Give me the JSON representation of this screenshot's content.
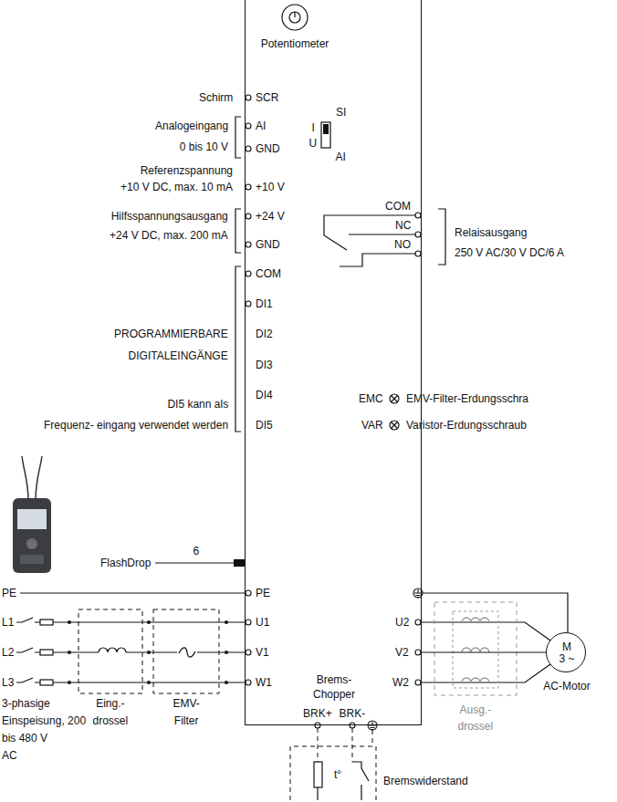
{
  "diagram": {
    "nodes": [
      {
        "text": [
          "Brems- Chopper"
        ]
      },
      {
        "text": [
          "Potentiometer"
        ],
        "in": 0
      },
      {
        "text": [
          "M 3 ~",
          "AC-Motor"
        ]
      }
    ],
    "edges": [
      {
        "from": 0,
        "to": 2,
        "arrow": "none"
      }
    ],
    "labels": [
      "SCR",
      "Schirm",
      "AI",
      "GND",
      "Analogeingang 0 bis 10 V",
      "SI",
      "I",
      "U",
      "AI",
      "Referenzspannung +10 V DC, max. 10 mA",
      "+10 V",
      "+24 V",
      "Hilfsspannungsausgang +24 V DC, max. 200 mA",
      "GND",
      "COM",
      "NC",
      "NO",
      "Relaisausgang 250 V AC/30 V DC/6 A",
      "COM",
      "DI1",
      "DI2",
      "DI3",
      "DI4",
      "DI5",
      "PROGRAMMIERBARE DIGITALEINGÄNGE",
      "DI5 kann als Frequenz- eingang verwendet werden",
      "EMC",
      "EMV-Filter-Erdungsschra",
      "VAR",
      "Varistor-Erdungsschraub",
      "6",
      "FlashDrop",
      "PE",
      "L1",
      "L2",
      "L3",
      "PE",
      "U1",
      "V1",
      "W1",
      "3-phasige Einspeisung, 200 bis 480 V AC",
      "Eing.- drossel",
      "EMV- Filter",
      "U2",
      "V2",
      "W2",
      "Ausg.- drossel",
      "BRK+",
      "BRK-",
      "t°",
      "Bremswiderstand"
    ]
  }
}
